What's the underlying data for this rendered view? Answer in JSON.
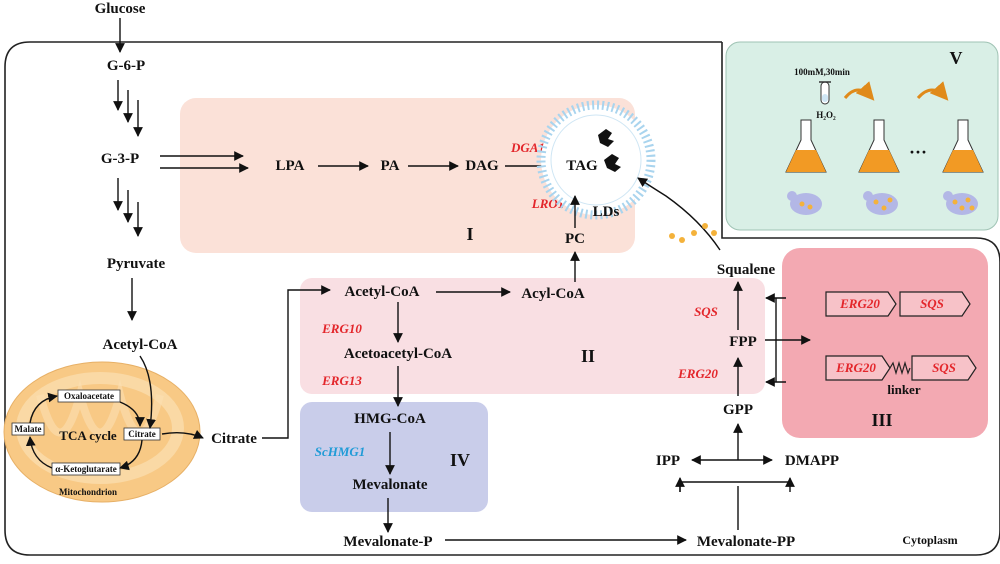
{
  "colors": {
    "enzyme_red": "#e3262b",
    "enzyme_blue": "#1f9bd7",
    "region_I": "#fbe1d8",
    "region_II": "#f9dfe3",
    "region_III": "#f3a9b2",
    "region_IV": "#c9cdea",
    "region_V": "#d9efe6",
    "mitochondrion": "#f8c985",
    "flask_liquid": "#f29a24",
    "cell_blob": "#b3b7e6"
  },
  "metabolites": {
    "glucose": "Glucose",
    "g6p": "G-6-P",
    "g3p": "G-3-P",
    "pyruvate": "Pyruvate",
    "acetyl_coa_left": "Acetyl-CoA",
    "citrate": "Citrate",
    "lpa": "LPA",
    "pa": "PA",
    "dag": "DAG",
    "tag": "TAG",
    "lds": "LDs",
    "pc": "PC",
    "acetyl_coa": "Acetyl-CoA",
    "acyl_coa": "Acyl-CoA",
    "acetoacetyl_coa": "Acetoacetyl-CoA",
    "hmg_coa": "HMG-CoA",
    "mevalonate": "Mevalonate",
    "mevalonate_p": "Mevalonate-P",
    "mevalonate_pp": "Mevalonate-PP",
    "ipp": "IPP",
    "dmapp": "DMAPP",
    "gpp": "GPP",
    "fpp": "FPP",
    "squalene": "Squalene",
    "cytoplasm": "Cytoplasm"
  },
  "mitochondrion": {
    "oxaloacetate": "Oxaloacetate",
    "malate": "Malate",
    "citrate": "Citrate",
    "tca": "TCA cycle",
    "akg": "α-Ketoglutarate",
    "label": "Mitochondrion"
  },
  "enzymes": {
    "dga1": "DGA1",
    "lro1": "LRO1",
    "erg10": "ERG10",
    "erg13": "ERG13",
    "schmg1": "ScHMG1",
    "sqs": "SQS",
    "erg20": "ERG20"
  },
  "regions": {
    "I": "I",
    "II": "II",
    "III": "III",
    "IV": "IV",
    "V": "V"
  },
  "fusion": {
    "gene1": "ERG20",
    "gene2": "SQS",
    "gene3": "ERG20",
    "gene4": "SQS",
    "linker": "linker"
  },
  "stress": {
    "condition": "100mM,30min",
    "reagent": "H₂O₂",
    "ellipsis": "···"
  }
}
